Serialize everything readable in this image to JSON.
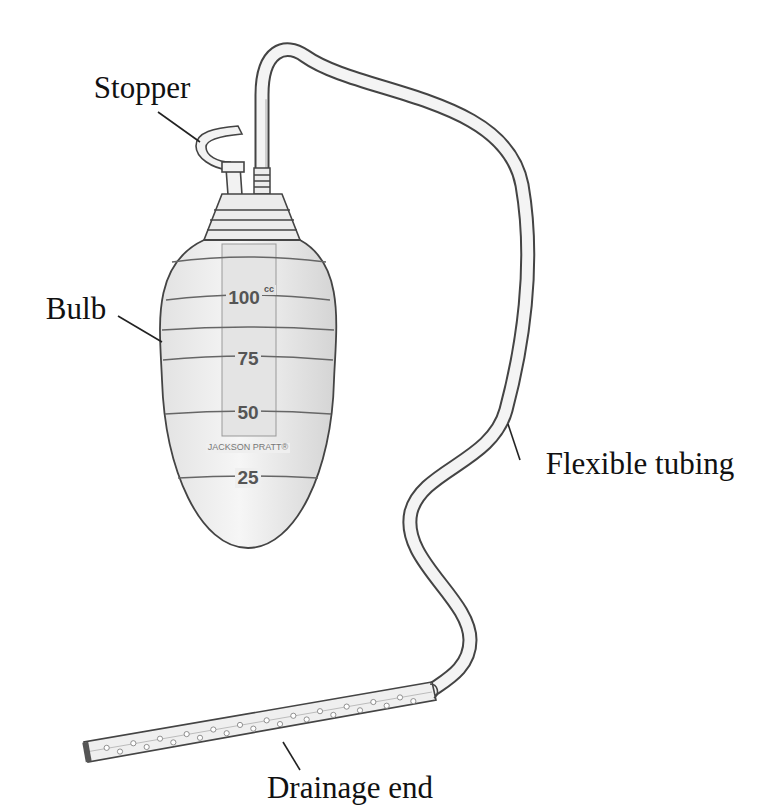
{
  "diagram": {
    "labels": [
      "Stopper",
      "Bulb",
      "Flexible tubing",
      "Drainage end",
      "100",
      "cc",
      "75",
      "50",
      "25",
      "JACKSON PRATT®"
    ]
  }
}
